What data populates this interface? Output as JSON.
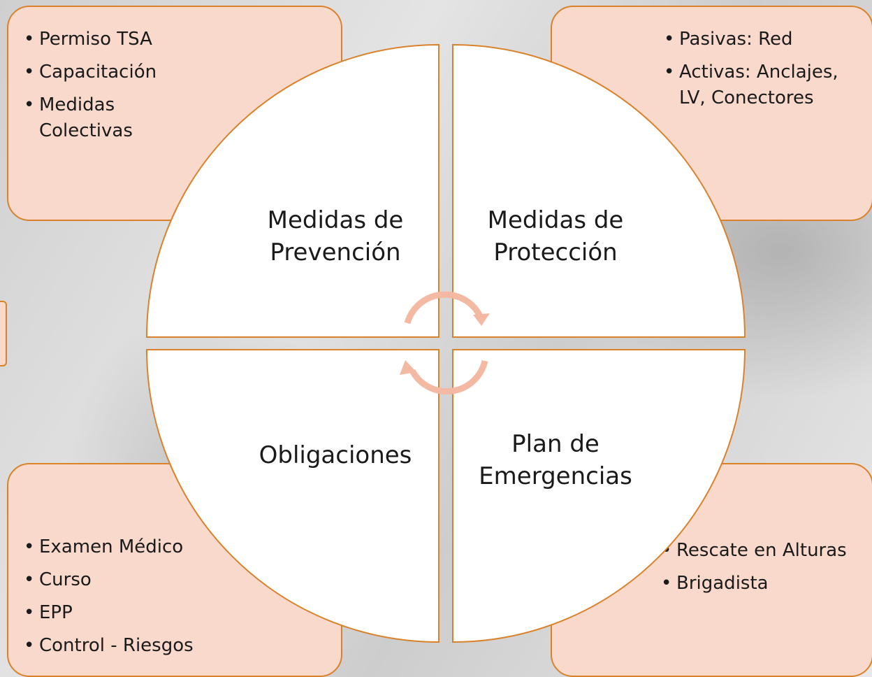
{
  "quadrants": {
    "top_left": {
      "label": "Medidas de Prevención",
      "items": [
        "Permiso TSA",
        "Capacitación",
        "Medidas Colectivas"
      ]
    },
    "top_right": {
      "label": "Medidas de Protección",
      "items": [
        "Pasivas: Red",
        "Activas: Anclajes, LV, Conectores"
      ]
    },
    "bottom_left": {
      "label": "Obligaciones",
      "items": [
        "Examen Médico",
        "Curso",
        "EPP",
        "Control - Riesgos"
      ]
    },
    "bottom_right": {
      "label": "Plan de Emergencias",
      "items": [
        "Rescate en Alturas",
        "Brigadista"
      ]
    }
  },
  "colors": {
    "card_fill": "#f8d9cb",
    "accent_border": "#d9822b",
    "arrow": "#f3b9a2",
    "quadrant_fill": "#ffffff"
  },
  "icons": {
    "center": "cycle-arrows-icon"
  }
}
